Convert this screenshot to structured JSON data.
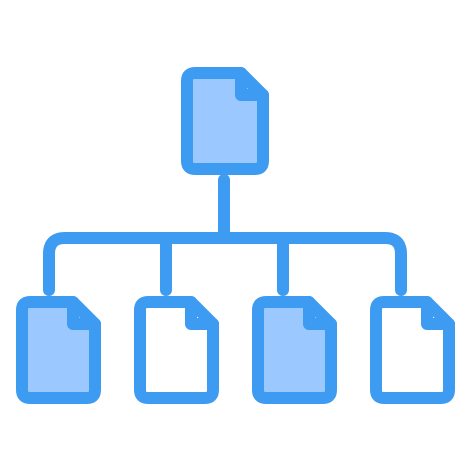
{
  "icon": {
    "name": "file-hierarchy-icon",
    "stroke_color": "#3d9bf2",
    "fill_color_filled": "#9bc9ff",
    "fill_color_empty": "#ffffff"
  },
  "nodes": {
    "root": {
      "name": "root-document",
      "filled": true
    },
    "children": [
      {
        "name": "child-document-1",
        "filled": true
      },
      {
        "name": "child-document-2",
        "filled": false
      },
      {
        "name": "child-document-3",
        "filled": true
      },
      {
        "name": "child-document-4",
        "filled": false
      }
    ]
  }
}
